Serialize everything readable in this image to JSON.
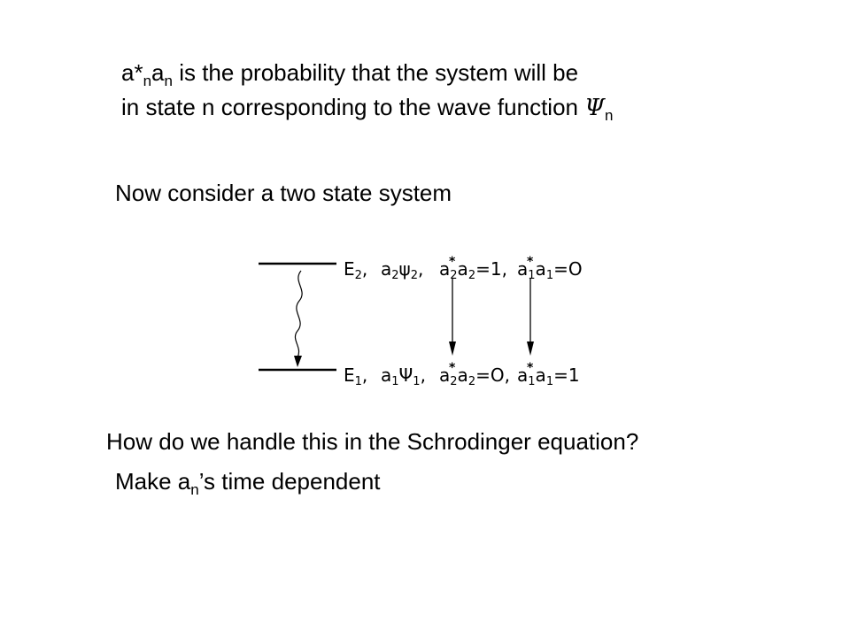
{
  "slide": {
    "line1": {
      "a": "a*",
      "sub1": "n",
      "b": "a",
      "sub2": "n",
      "rest": " is the probability that the system will be"
    },
    "line2": {
      "text": "in state n corresponding to the wave function ",
      "psi": "Ψ",
      "sub": "n"
    },
    "line3": "Now consider a two state system",
    "question": "How do we handle this in the Schrodinger equation?",
    "answer": {
      "a": "Make a",
      "sub": "n",
      "rest": "’s time dependent"
    }
  },
  "diagram": {
    "upper": {
      "energy": "E",
      "energy_sub": "2",
      "amp_wave": "a",
      "amp_sub": "2",
      "psi": "ψ",
      "psi_sub": "2",
      "p2": {
        "a": "a",
        "sub1": "2",
        "star": "*",
        "b": "a",
        "sub2": "2",
        "eq": "=1,"
      },
      "p1": {
        "a": "a",
        "sub1": "1",
        "star": "*",
        "b": "a",
        "sub2": "1",
        "eq": "=O"
      }
    },
    "lower": {
      "energy": "E",
      "energy_sub": "1",
      "amp_wave": "a",
      "amp_sub": "1",
      "psi": "Ψ",
      "psi_sub": "1",
      "p2": {
        "a": "a",
        "sub1": "2",
        "star": "*",
        "b": "a",
        "sub2": "2",
        "eq": "=O,"
      },
      "p1": {
        "a": "a",
        "sub1": "1",
        "star": "*",
        "b": "a",
        "sub2": "1",
        "eq": "=1"
      }
    },
    "comma": ","
  }
}
